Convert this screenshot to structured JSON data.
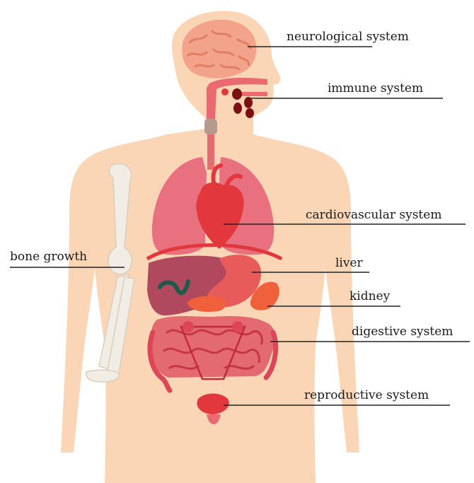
{
  "labels": {
    "neurological": "neurological system",
    "immune": "immune system",
    "cardiovascular": "cardiovascular system",
    "bone": "bone growth",
    "liver": "liver",
    "kidney": "kidney",
    "digestive": "digestive system",
    "reproductive": "reproductive system"
  },
  "colors": {
    "skin": "#fbd6b6",
    "brain": "#f3a389",
    "lungs": "#e9717f",
    "heart": "#e2383d",
    "liver": "#b0485e",
    "stomach": "#e85b5b",
    "kidney": "#f0603a",
    "intestine": "#dc4656",
    "immune": "#7d1010",
    "bone": "#f1ede4"
  }
}
